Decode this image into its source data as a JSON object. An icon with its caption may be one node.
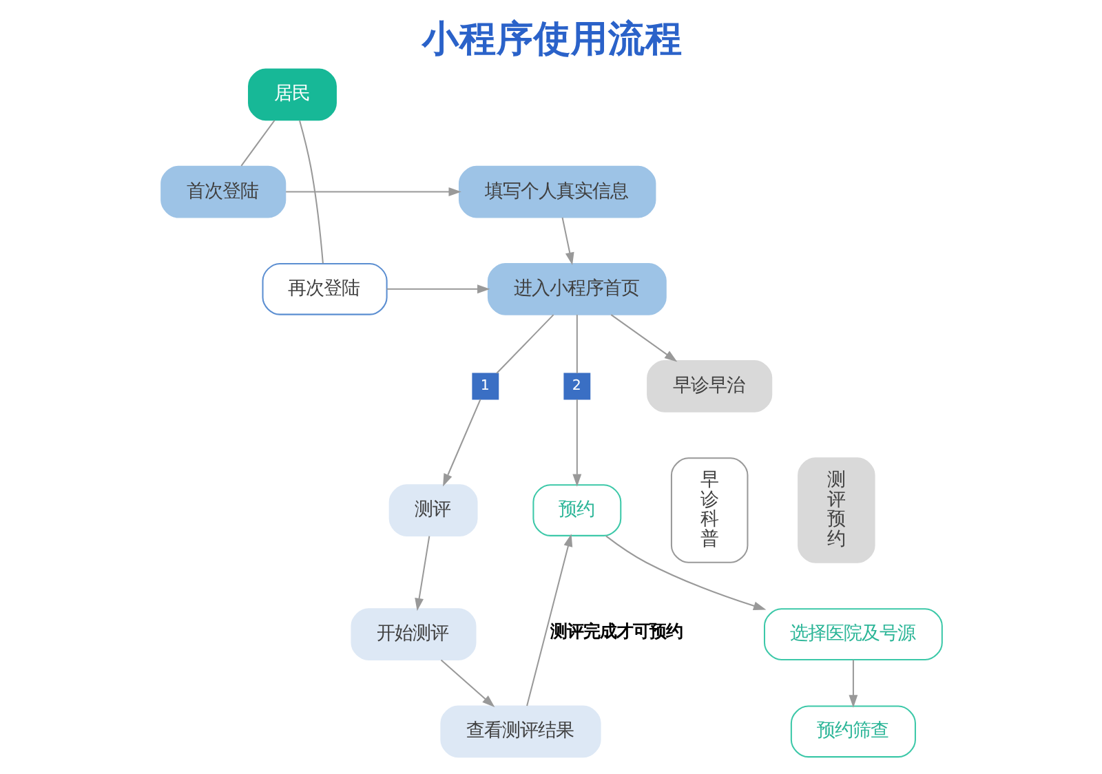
{
  "diagram": {
    "title": "小程序使用流程",
    "nodes": [
      {
        "text": [
          "居民"
        ]
      },
      {
        "text": [
          "首次登陆"
        ]
      },
      {
        "text": [
          "填写个人真实信息"
        ]
      },
      {
        "text": [
          "再次登陆"
        ]
      },
      {
        "text": [
          "进入小程序首页"
        ]
      },
      {
        "text": [
          "1"
        ]
      },
      {
        "text": [
          "2"
        ]
      },
      {
        "text": [
          "测评"
        ]
      },
      {
        "text": [
          "开始测评"
        ]
      },
      {
        "text": [
          "查看测评结果"
        ]
      },
      {
        "text": [
          "早诊早治"
        ]
      },
      {
        "text": [
          "早诊科普"
        ]
      },
      {
        "text": [
          "测评预约"
        ]
      },
      {
        "text": [
          "预约"
        ]
      },
      {
        "text": [
          "选择医院及号源"
        ]
      },
      {
        "text": [
          "预约筛查"
        ]
      }
    ],
    "edges": [
      {
        "from": 0,
        "to": 1,
        "arrow": "none"
      },
      {
        "from": 0,
        "to": 3,
        "arrow": "none"
      },
      {
        "from": 1,
        "to": 2,
        "arrow": "to"
      },
      {
        "from": 2,
        "to": 4,
        "arrow": "to"
      },
      {
        "from": 3,
        "to": 4,
        "arrow": "to"
      },
      {
        "from": 4,
        "to": 10,
        "arrow": "to"
      },
      {
        "from": 4,
        "to": 5,
        "arrow": "none"
      },
      {
        "from": 4,
        "to": 6,
        "arrow": "none"
      },
      {
        "from": 5,
        "to": 7,
        "arrow": "to"
      },
      {
        "from": 6,
        "to": 13,
        "arrow": "to"
      },
      {
        "from": 7,
        "to": 8,
        "arrow": "to"
      },
      {
        "from": 8,
        "to": 9,
        "arrow": "to"
      },
      {
        "from": 9,
        "to": 13,
        "arrow": "to",
        "label": "测评完成才可预约"
      },
      {
        "from": 13,
        "to": 14,
        "arrow": "to"
      },
      {
        "from": 14,
        "to": 15,
        "arrow": "to"
      }
    ]
  }
}
